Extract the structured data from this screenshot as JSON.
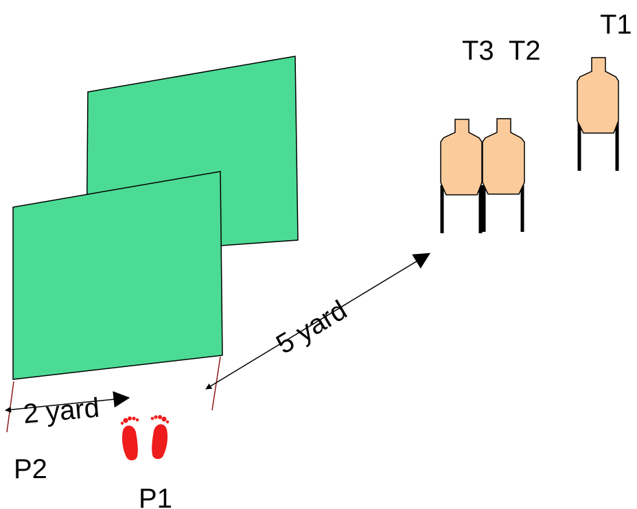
{
  "labels": {
    "t1": "T1",
    "t2": "T2",
    "t3": "T3",
    "p1": "P1",
    "p2": "P2",
    "distance_targets": "5 yard",
    "distance_positions": "2 yard"
  },
  "colors": {
    "barrier_fill": "#4cdb94",
    "target_fill": "#fccb9c",
    "footprint": "#ee1c1c",
    "dimension_tick": "#8b1a1a",
    "stroke": "#000000"
  },
  "icons": {
    "footprints": "footprints-icon",
    "target": "silhouette-target-icon"
  }
}
